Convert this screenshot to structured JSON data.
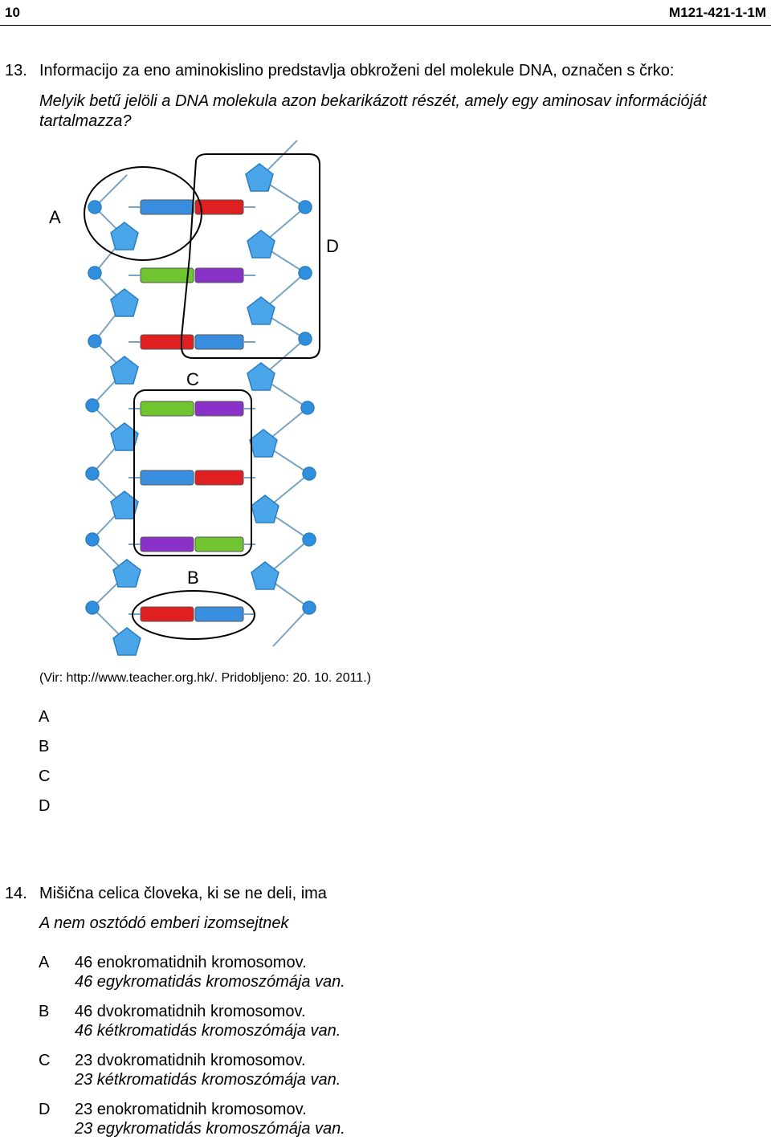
{
  "header": {
    "page_number": "10",
    "code": "M121-421-1-1M"
  },
  "q13": {
    "number": "13.",
    "slo": "Informacijo za eno aminokislino predstavlja obkroženi del molekule DNA, označen s črko:",
    "hu_line1": "Melyik betű jelöli a DNA molekula azon bekarikázott részét, amely egy aminosav információját",
    "hu_line2": "tartalmazza?",
    "diagram_labels": {
      "A": "A",
      "B": "B",
      "C": "C",
      "D": "D"
    },
    "source": "(Vir: http://www.teacher.org.hk/. Pridobljeno: 20. 10. 2011.)",
    "options": [
      "A",
      "B",
      "C",
      "D"
    ],
    "colors": {
      "phosphate": "#2f8fdc",
      "sugar": "#4aa6e8",
      "red": "#e02020",
      "green": "#6fc430",
      "purple": "#8a32c8",
      "blue": "#3a8ee0"
    }
  },
  "q14": {
    "number": "14.",
    "slo": "Mišična celica človeka, ki se ne deli, ima",
    "hu": "A nem osztódó emberi izomsejtnek",
    "options": [
      {
        "letter": "A",
        "slo": "46 enokromatidnih kromosomov.",
        "hu": "46 egykromatidás kromoszómája van."
      },
      {
        "letter": "B",
        "slo": "46 dvokromatidnih kromosomov.",
        "hu": "46 kétkromatidás kromoszómája van."
      },
      {
        "letter": "C",
        "slo": "23 dvokromatidnih kromosomov.",
        "hu": "23 kétkromatidás kromoszómája van."
      },
      {
        "letter": "D",
        "slo": "23 enokromatidnih kromosomov.",
        "hu": "23 egykromatidás kromoszómája van."
      }
    ]
  }
}
